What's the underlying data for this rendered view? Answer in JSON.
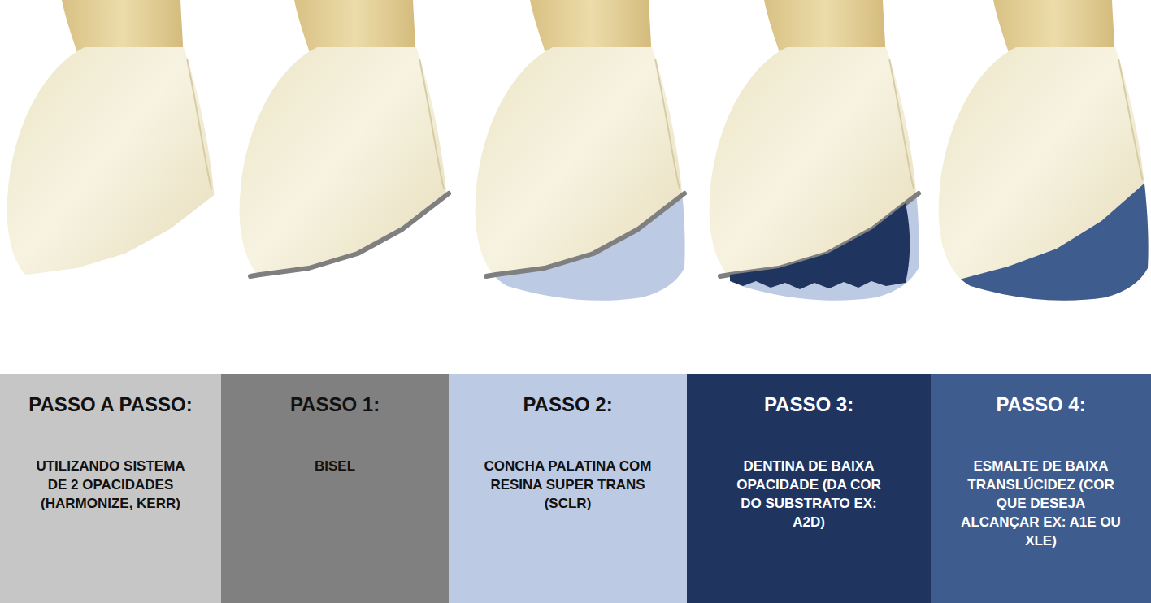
{
  "diagram": {
    "nodes": [
      {
        "text": [
          "PASSO A PASSO:",
          "UTILIZANDO SISTEMA DE 2 OPACIDADES (HARMONIZE, KERR)"
        ]
      },
      {
        "text": [
          "PASSO 1:",
          "BISEL"
        ]
      },
      {
        "text": [
          "PASSO 2:",
          "CONCHA PALATINA COM RESINA SUPER TRANS (SCLR)"
        ]
      },
      {
        "text": [
          "PASSO 3:",
          "DENTINA DE BAIXA OPACIDADE (DA COR DO SUBSTRATO EX: A2D)"
        ]
      },
      {
        "text": [
          "PASSO 4:",
          "ESMALTE DE BAIXA TRANSLÚCIDEZ (COR QUE DESEJA ALCANÇAR EX: A1E OU XLE)"
        ]
      }
    ]
  }
}
